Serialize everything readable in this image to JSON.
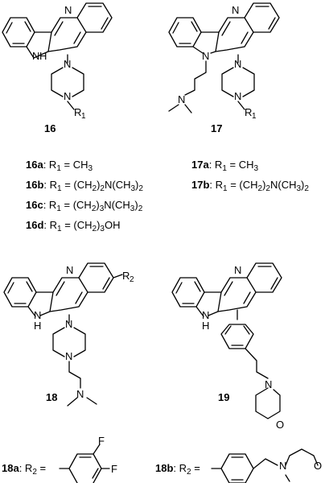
{
  "atoms": {
    "N": "N",
    "H": "H",
    "O": "O",
    "F": "F",
    "R": "R",
    "sub1": "1",
    "sub2": "2"
  },
  "compounds": {
    "c16": "16",
    "c17": "17",
    "c18": "18",
    "c19": "19"
  },
  "legend": {
    "l16a": {
      "id": "16a",
      "text": ": R",
      "sub": "1",
      "rest": " = CH",
      "tail_sub": "3"
    },
    "l16b": {
      "id": "16b",
      "text": ": R",
      "sub": "1",
      "rest": " = (CH",
      "s2": "2",
      "mid": ")",
      "s2b": "2",
      "mid2": "N(CH",
      "s3": "3",
      "end": ")",
      "end_sub": "2"
    },
    "l16c": {
      "id": "16c",
      "text": ": R",
      "sub": "1",
      "rest": " = (CH",
      "s2": "2",
      "mid": ")",
      "s2b": "3",
      "mid2": "N(CH",
      "s3": "3",
      "end": ")",
      "end_sub": "2"
    },
    "l16d": {
      "id": "16d",
      "text": ": R",
      "sub": "1",
      "rest": " = (CH",
      "s2": "2",
      "mid": ")",
      "s2b": "3",
      "mid2": "OH"
    },
    "l17a": {
      "id": "17a",
      "text": ": R",
      "sub": "1",
      "rest": " = CH",
      "tail_sub": "3"
    },
    "l17b": {
      "id": "17b",
      "text": ": R",
      "sub": "1",
      "rest": " = (CH",
      "s2": "2",
      "mid": ")",
      "s2b": "2",
      "mid2": "N(CH",
      "s3": "3",
      "end": ")",
      "end_sub": "2"
    },
    "l18a": {
      "id": "18a",
      "text": ": R",
      "sub": "2",
      "rest": " ="
    },
    "l18b": {
      "id": "18b",
      "text": ": R",
      "sub": "2",
      "rest": " ="
    }
  }
}
